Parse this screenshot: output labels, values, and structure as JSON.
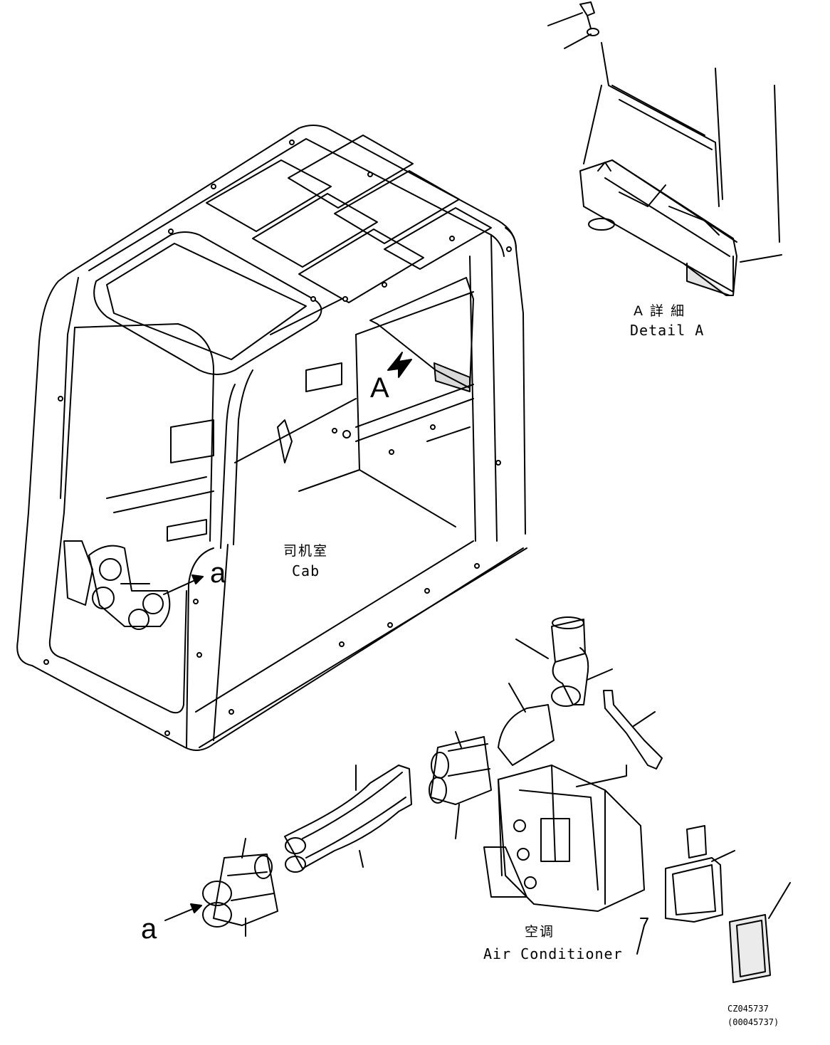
{
  "detail_label": {
    "cn": "A 詳 細",
    "en": "Detail A"
  },
  "cab_label": {
    "cn": "司机室",
    "en": "Cab"
  },
  "ac_label": {
    "cn": "空调",
    "en": "Air Conditioner"
  },
  "view_markers": {
    "A": "A",
    "a_upper": "a",
    "a_lower": "a"
  },
  "drawing_id": {
    "code": "CZ045737",
    "ref": "(00045737)"
  }
}
